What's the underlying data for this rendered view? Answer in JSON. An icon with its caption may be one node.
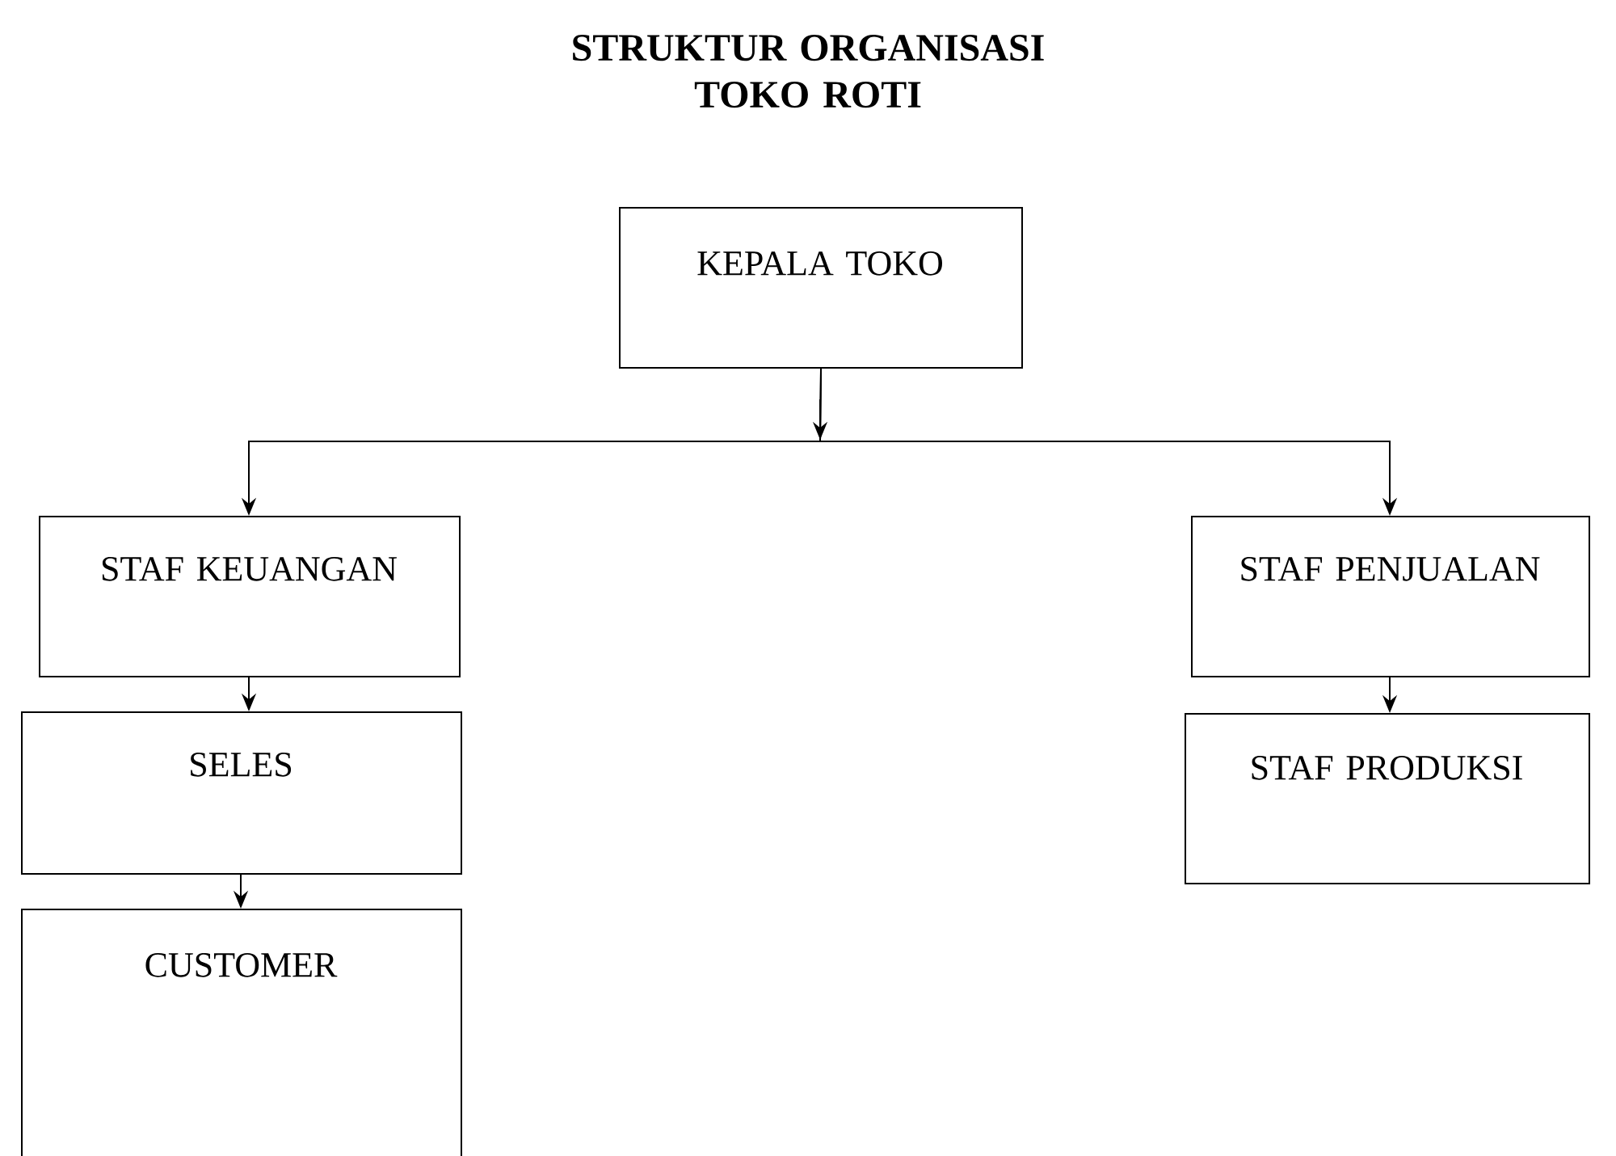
{
  "diagram": {
    "title": "STRUKTUR ORGANISASI TOKO ROTI",
    "nodes": [
      {
        "text": [
          "KEPALA TOKO"
        ]
      },
      {
        "text": [
          "STAF KEUANGAN"
        ]
      },
      {
        "text": [
          "SELES"
        ]
      },
      {
        "text": [
          "CUSTOMER"
        ]
      },
      {
        "text": [
          "STAF PENJUALAN"
        ]
      },
      {
        "text": [
          "STAF PRODUKSI"
        ]
      }
    ],
    "edges": [
      {
        "from": 0,
        "to": 1,
        "arrow": "to"
      },
      {
        "from": 0,
        "to": 4,
        "arrow": "to"
      },
      {
        "from": 1,
        "to": 2,
        "arrow": "to"
      },
      {
        "from": 2,
        "to": 3,
        "arrow": "to"
      },
      {
        "from": 4,
        "to": 5,
        "arrow": "to"
      }
    ]
  }
}
